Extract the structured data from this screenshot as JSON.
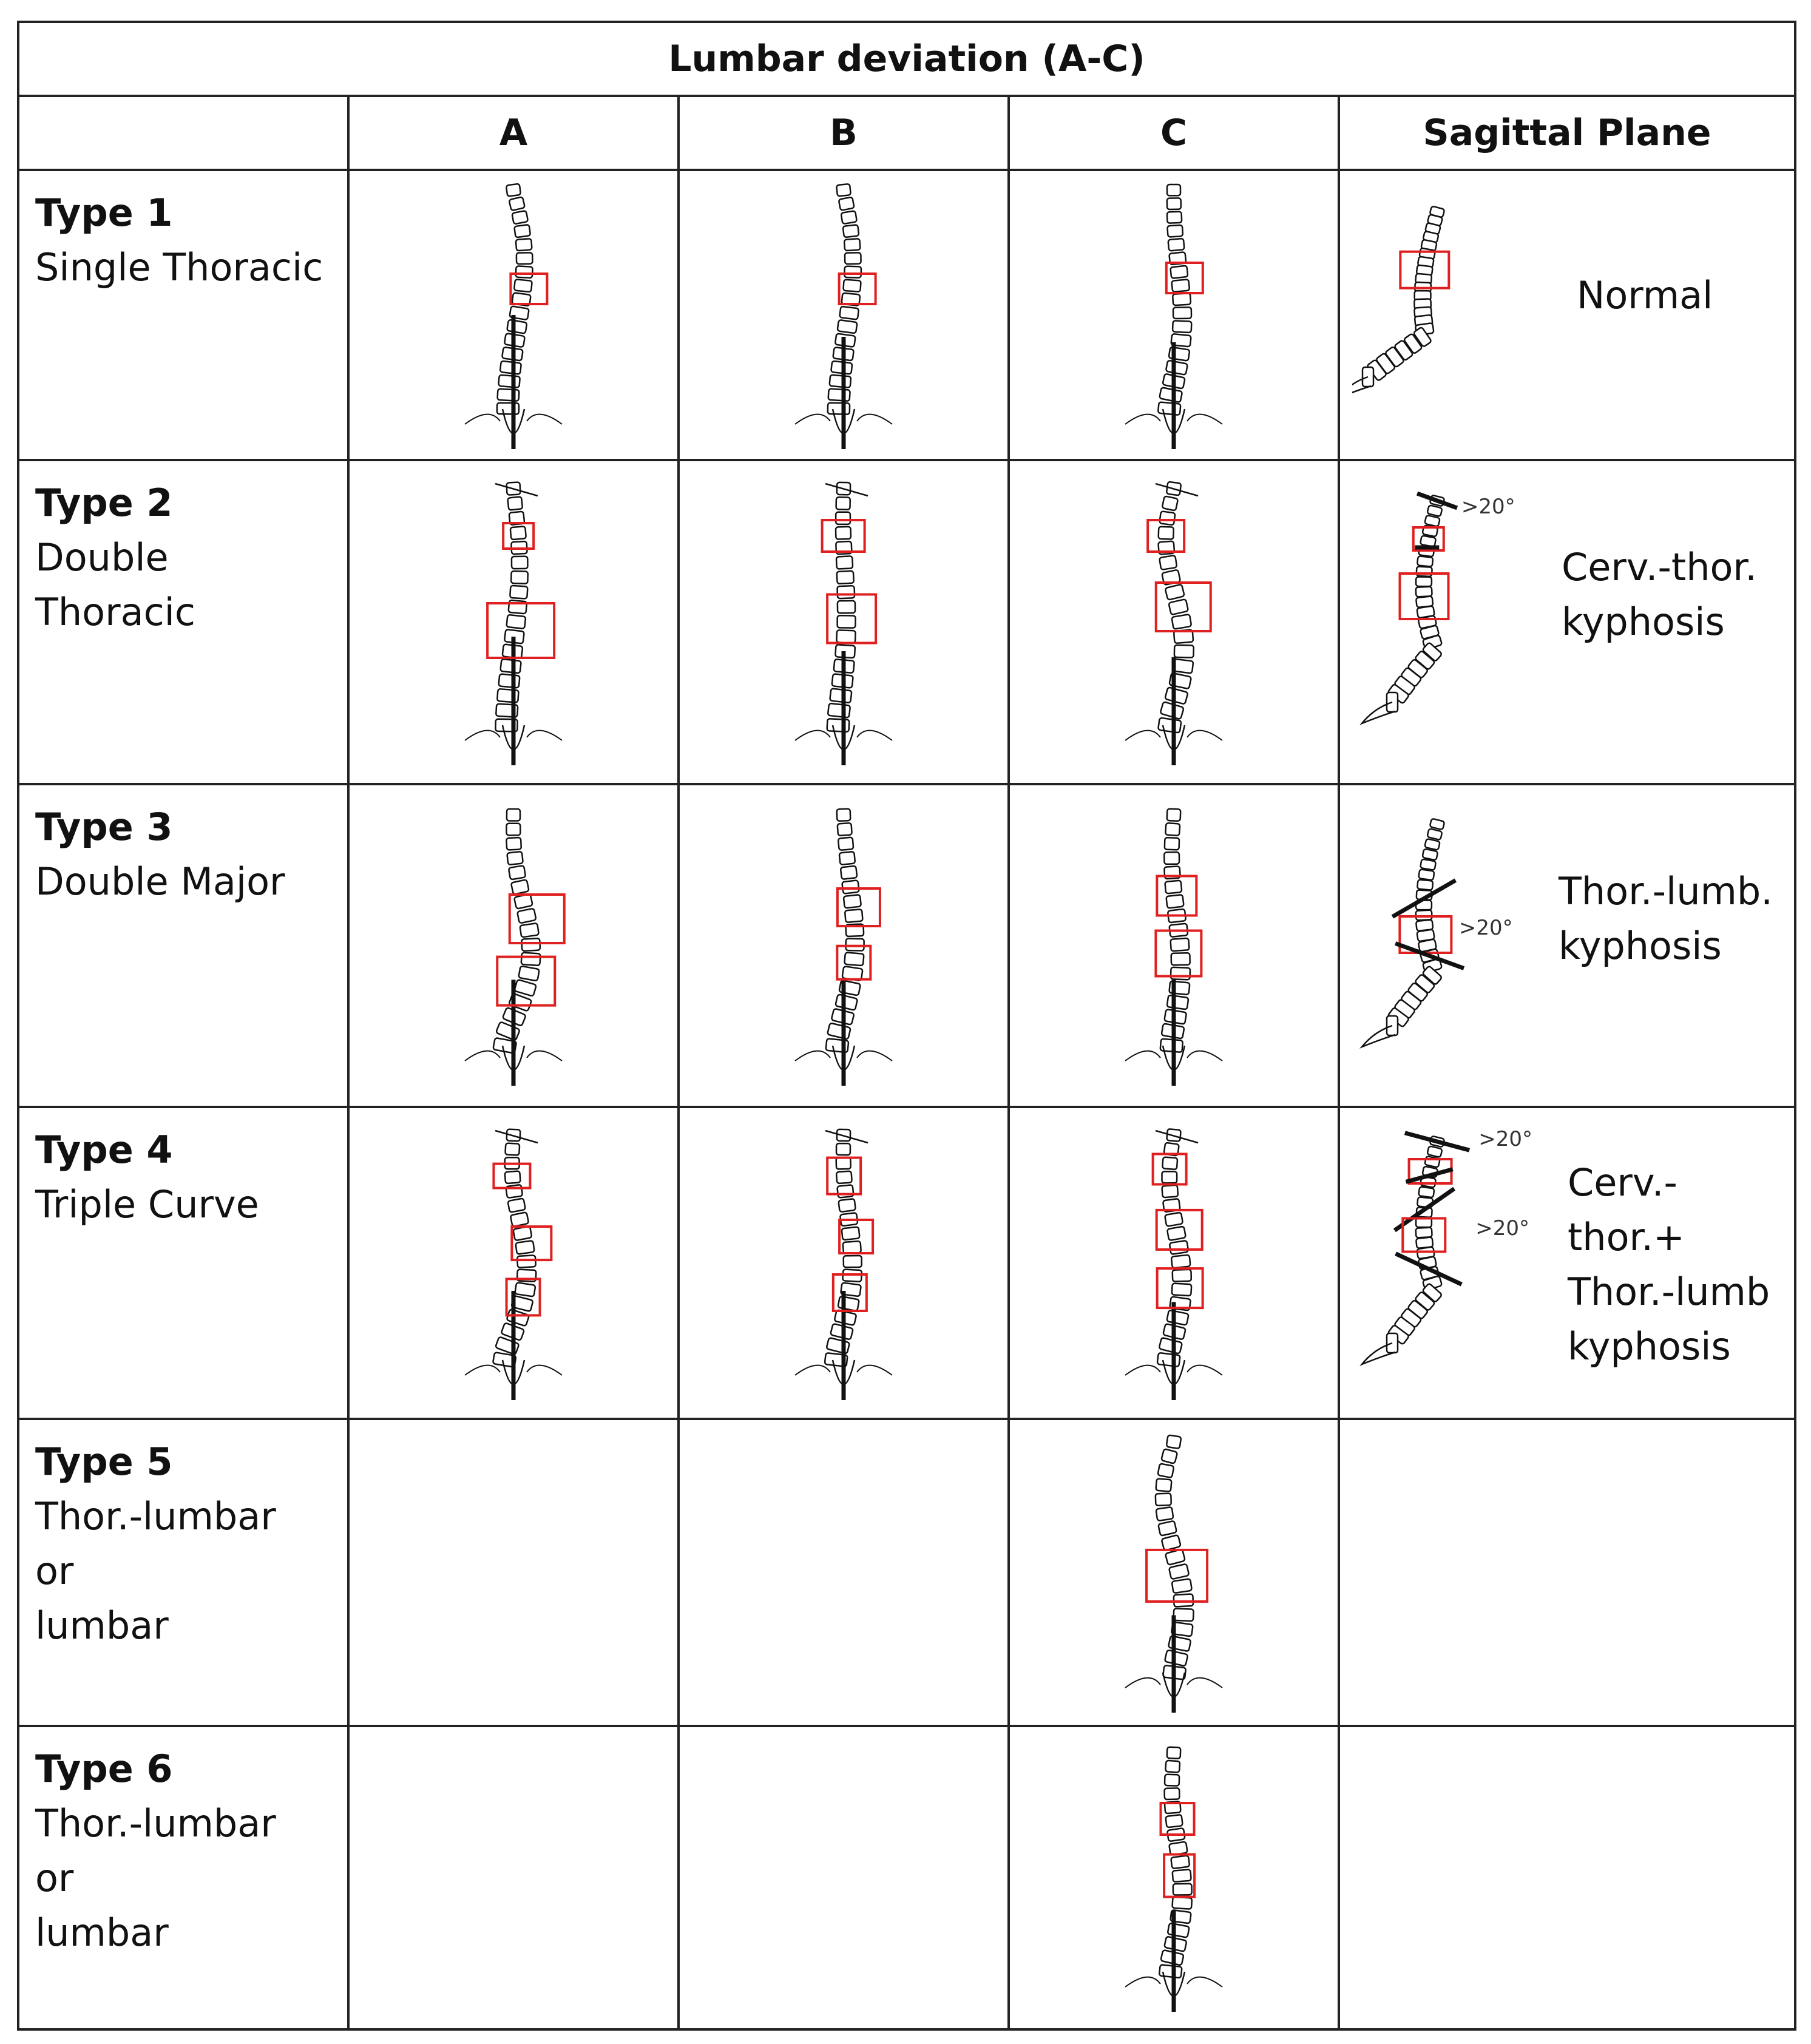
{
  "table": {
    "title": "Lumbar deviation (A-C)",
    "columns": [
      "A",
      "B",
      "C",
      "Sagittal Plane"
    ],
    "rows": [
      {
        "type": "Type 1",
        "desc": "Single Thoracic",
        "sagittal": "Normal",
        "angles": []
      },
      {
        "type": "Type 2",
        "desc": "Double\nThoracic",
        "sagittal": "Cerv.-thor.\nkyphosis",
        "angles": [
          ">20°"
        ]
      },
      {
        "type": "Type 3",
        "desc": "Double Major",
        "sagittal": "Thor.-lumb.\nkyphosis",
        "angles": [
          ">20°"
        ]
      },
      {
        "type": "Type 4",
        "desc": "Triple Curve",
        "sagittal": "Cerv.-thor.+\nThor.-lumb\nkyphosis",
        "angles": [
          ">20°",
          ">20°"
        ]
      },
      {
        "type": "Type 5",
        "desc": "Thor.-lumbar\nor\nlumbar",
        "sagittal": "",
        "angles": []
      },
      {
        "type": "Type 6",
        "desc": "Thor.-lumbar\nor\nlumbar",
        "sagittal": "",
        "angles": []
      }
    ]
  },
  "colors": {
    "highlight": "#e02020",
    "line": "#111111",
    "border": "#222222"
  }
}
